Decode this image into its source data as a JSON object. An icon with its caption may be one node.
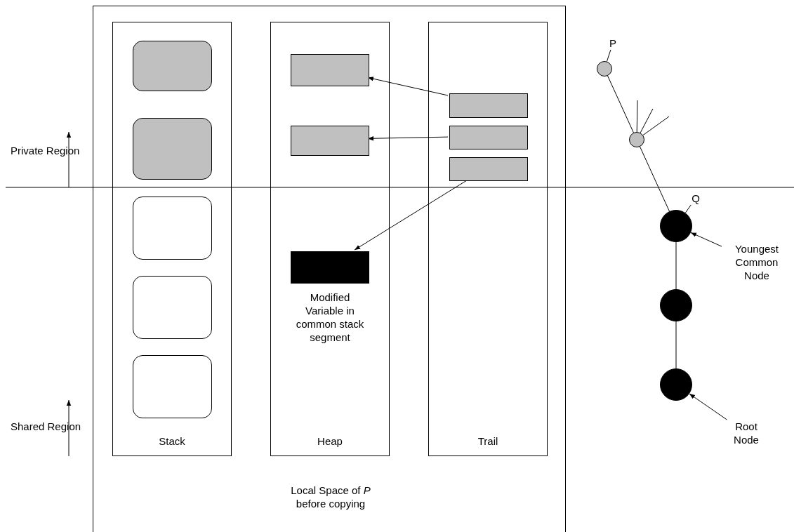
{
  "diagram": {
    "nodes": [
      {
        "text": [
          "Local Space of *P* before copying"
        ]
      },
      {
        "text": [
          "Stack"
        ],
        "in": 0
      },
      {
        "text": [
          "Heap"
        ],
        "in": 0
      },
      {
        "text": [
          "Trail"
        ],
        "in": 0
      },
      {
        "text": [],
        "shape": "box",
        "in": 1
      },
      {
        "text": [],
        "shape": "box",
        "in": 1
      },
      {
        "text": [],
        "shape": "box",
        "in": 1
      },
      {
        "text": [],
        "shape": "box",
        "in": 1
      },
      {
        "text": [],
        "shape": "box",
        "in": 1
      },
      {
        "text": [],
        "shape": "box",
        "in": 2
      },
      {
        "text": [],
        "shape": "box",
        "in": 2
      },
      {
        "text": [],
        "shape": "box",
        "in": 2,
        "beside": [
          "Modified Variable in common stack segment"
        ]
      },
      {
        "text": [],
        "shape": "box",
        "in": 3
      },
      {
        "text": [],
        "shape": "box",
        "in": 3
      },
      {
        "text": [],
        "shape": "box",
        "in": 3
      },
      {
        "text": [],
        "shape": "circle"
      },
      {
        "text": [],
        "shape": "circle"
      },
      {
        "text": [],
        "shape": "circle"
      },
      {
        "text": [],
        "shape": "circle"
      },
      {
        "text": [],
        "shape": "circle"
      },
      {
        "text": [
          "Youngest Common Node"
        ]
      },
      {
        "text": [
          "Root Node"
        ]
      },
      {
        "text": [
          "P"
        ]
      },
      {
        "text": [
          "Q"
        ]
      }
    ],
    "edges": [
      {
        "from": 12,
        "to": 9,
        "arrow": "to"
      },
      {
        "from": 13,
        "to": 10,
        "arrow": "to"
      },
      {
        "from": 14,
        "to": 11,
        "arrow": "to"
      },
      {
        "from": 15,
        "to": 16,
        "arrow": "none"
      },
      {
        "from": 16,
        "to": null,
        "arrow": "none"
      },
      {
        "from": 16,
        "to": null,
        "arrow": "none"
      },
      {
        "from": 16,
        "to": null,
        "arrow": "none"
      },
      {
        "from": 16,
        "to": 17,
        "arrow": "none"
      },
      {
        "from": 17,
        "to": 18,
        "arrow": "none"
      },
      {
        "from": 18,
        "to": 19,
        "arrow": "none"
      },
      {
        "from": 20,
        "to": 17,
        "arrow": "to"
      },
      {
        "from": 21,
        "to": 19,
        "arrow": "to"
      },
      {
        "from": 22,
        "to": 15,
        "arrow": "none"
      },
      {
        "from": 23,
        "to": 17,
        "arrow": "none"
      }
    ],
    "labels": [
      "Private Region",
      "Shared Region"
    ]
  }
}
